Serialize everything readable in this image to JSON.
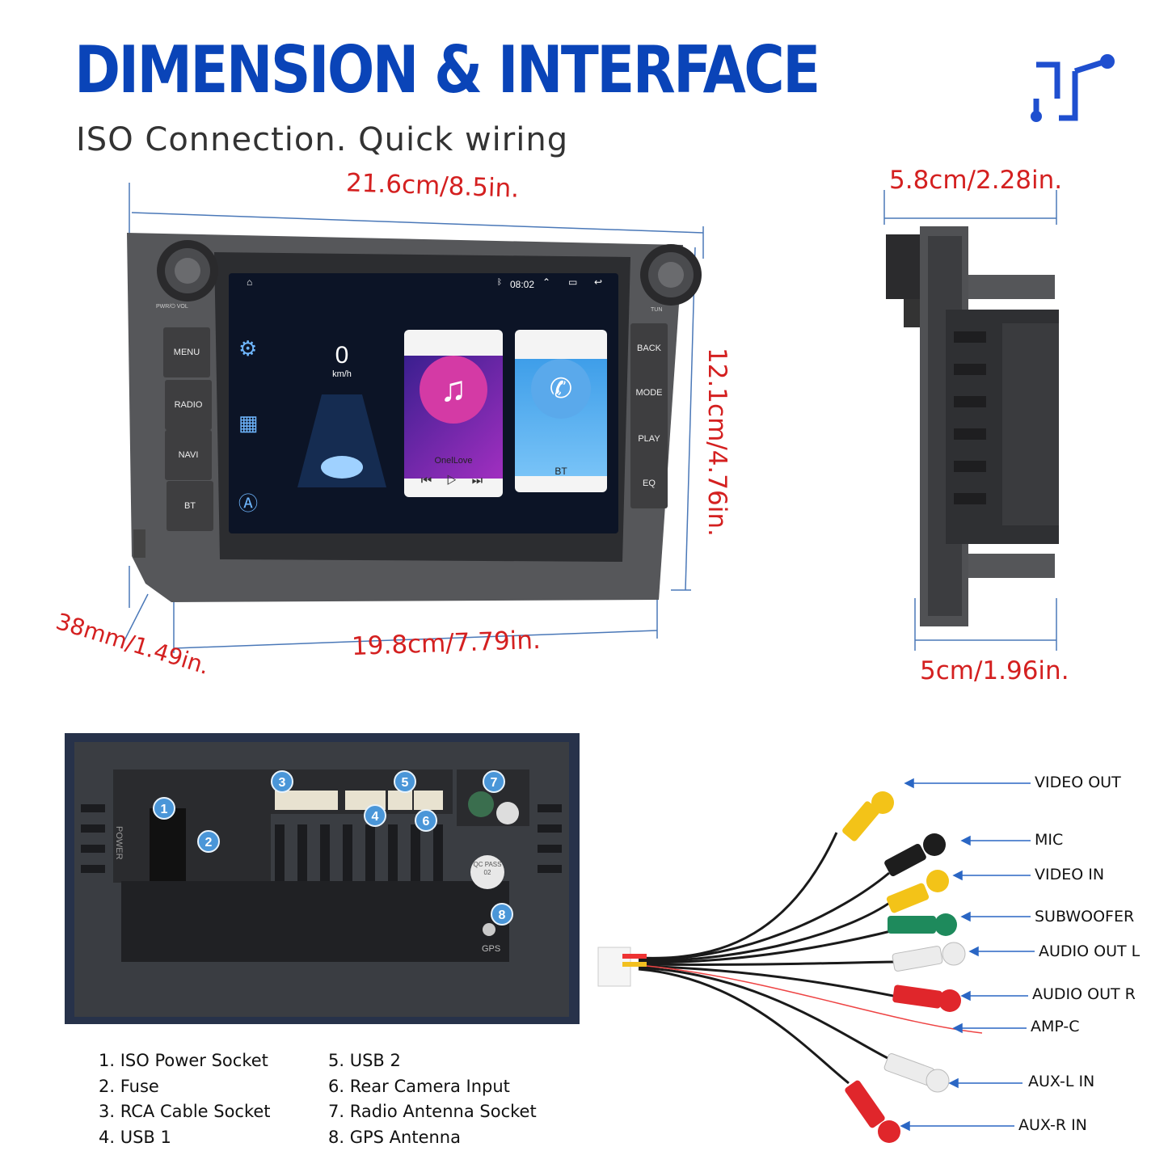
{
  "header": {
    "title": "DIMENSION & INTERFACE",
    "subtitle": "ISO Connection. Quick wiring"
  },
  "dimensions": {
    "front_width": "21.6cm/8.5in.",
    "front_height": "12.1cm/4.76in.",
    "bottom_width": "19.8cm/7.79in.",
    "thickness": "38mm/1.49in.",
    "side_depth_top": "5.8cm/2.28in.",
    "side_depth_bottom": "5cm/1.96in."
  },
  "head_unit": {
    "knob_left_label": "PWR/⏻ VOL",
    "knob_right_label": "TUN",
    "left_buttons": [
      "MENU",
      "RADIO",
      "NAVI",
      "BT"
    ],
    "right_buttons": [
      "BACK",
      "MODE",
      "PLAY",
      "EQ"
    ],
    "screen": {
      "time": "08:02",
      "speed_value": "0",
      "speed_unit": "km/h",
      "music_title": "OnelLove",
      "bt_label": "BT"
    }
  },
  "back_panel": {
    "badges": [
      "1",
      "2",
      "3",
      "4",
      "5",
      "6",
      "7",
      "8"
    ],
    "power_label": "POWER",
    "qc_label": "QC PASS 02",
    "gps_label": "GPS"
  },
  "legend": {
    "col1": [
      "1. ISO Power Socket",
      "2. Fuse",
      "3. RCA Cable Socket",
      "4. USB 1"
    ],
    "col2": [
      "5. USB 2",
      "6. Rear Camera Input",
      "7. Radio Antenna Socket",
      "8. GPS Antenna"
    ]
  },
  "cable_labels": [
    "VIDEO OUT",
    "MIC",
    "VIDEO IN",
    "SUBWOOFER",
    "AUDIO OUT L",
    "AUDIO OUT R",
    "AMP-C",
    "AUX-L IN",
    "AUX-R IN"
  ],
  "colors": {
    "title_blue": "#0a44b8",
    "dimension_red": "#d42020",
    "badge_blue": "#4a96d8",
    "rca_yellow": "#f3c318",
    "rca_red": "#e0262b",
    "rca_white": "#ececec",
    "rca_green": "#1e8a5c",
    "rca_black": "#1d1d1d"
  }
}
